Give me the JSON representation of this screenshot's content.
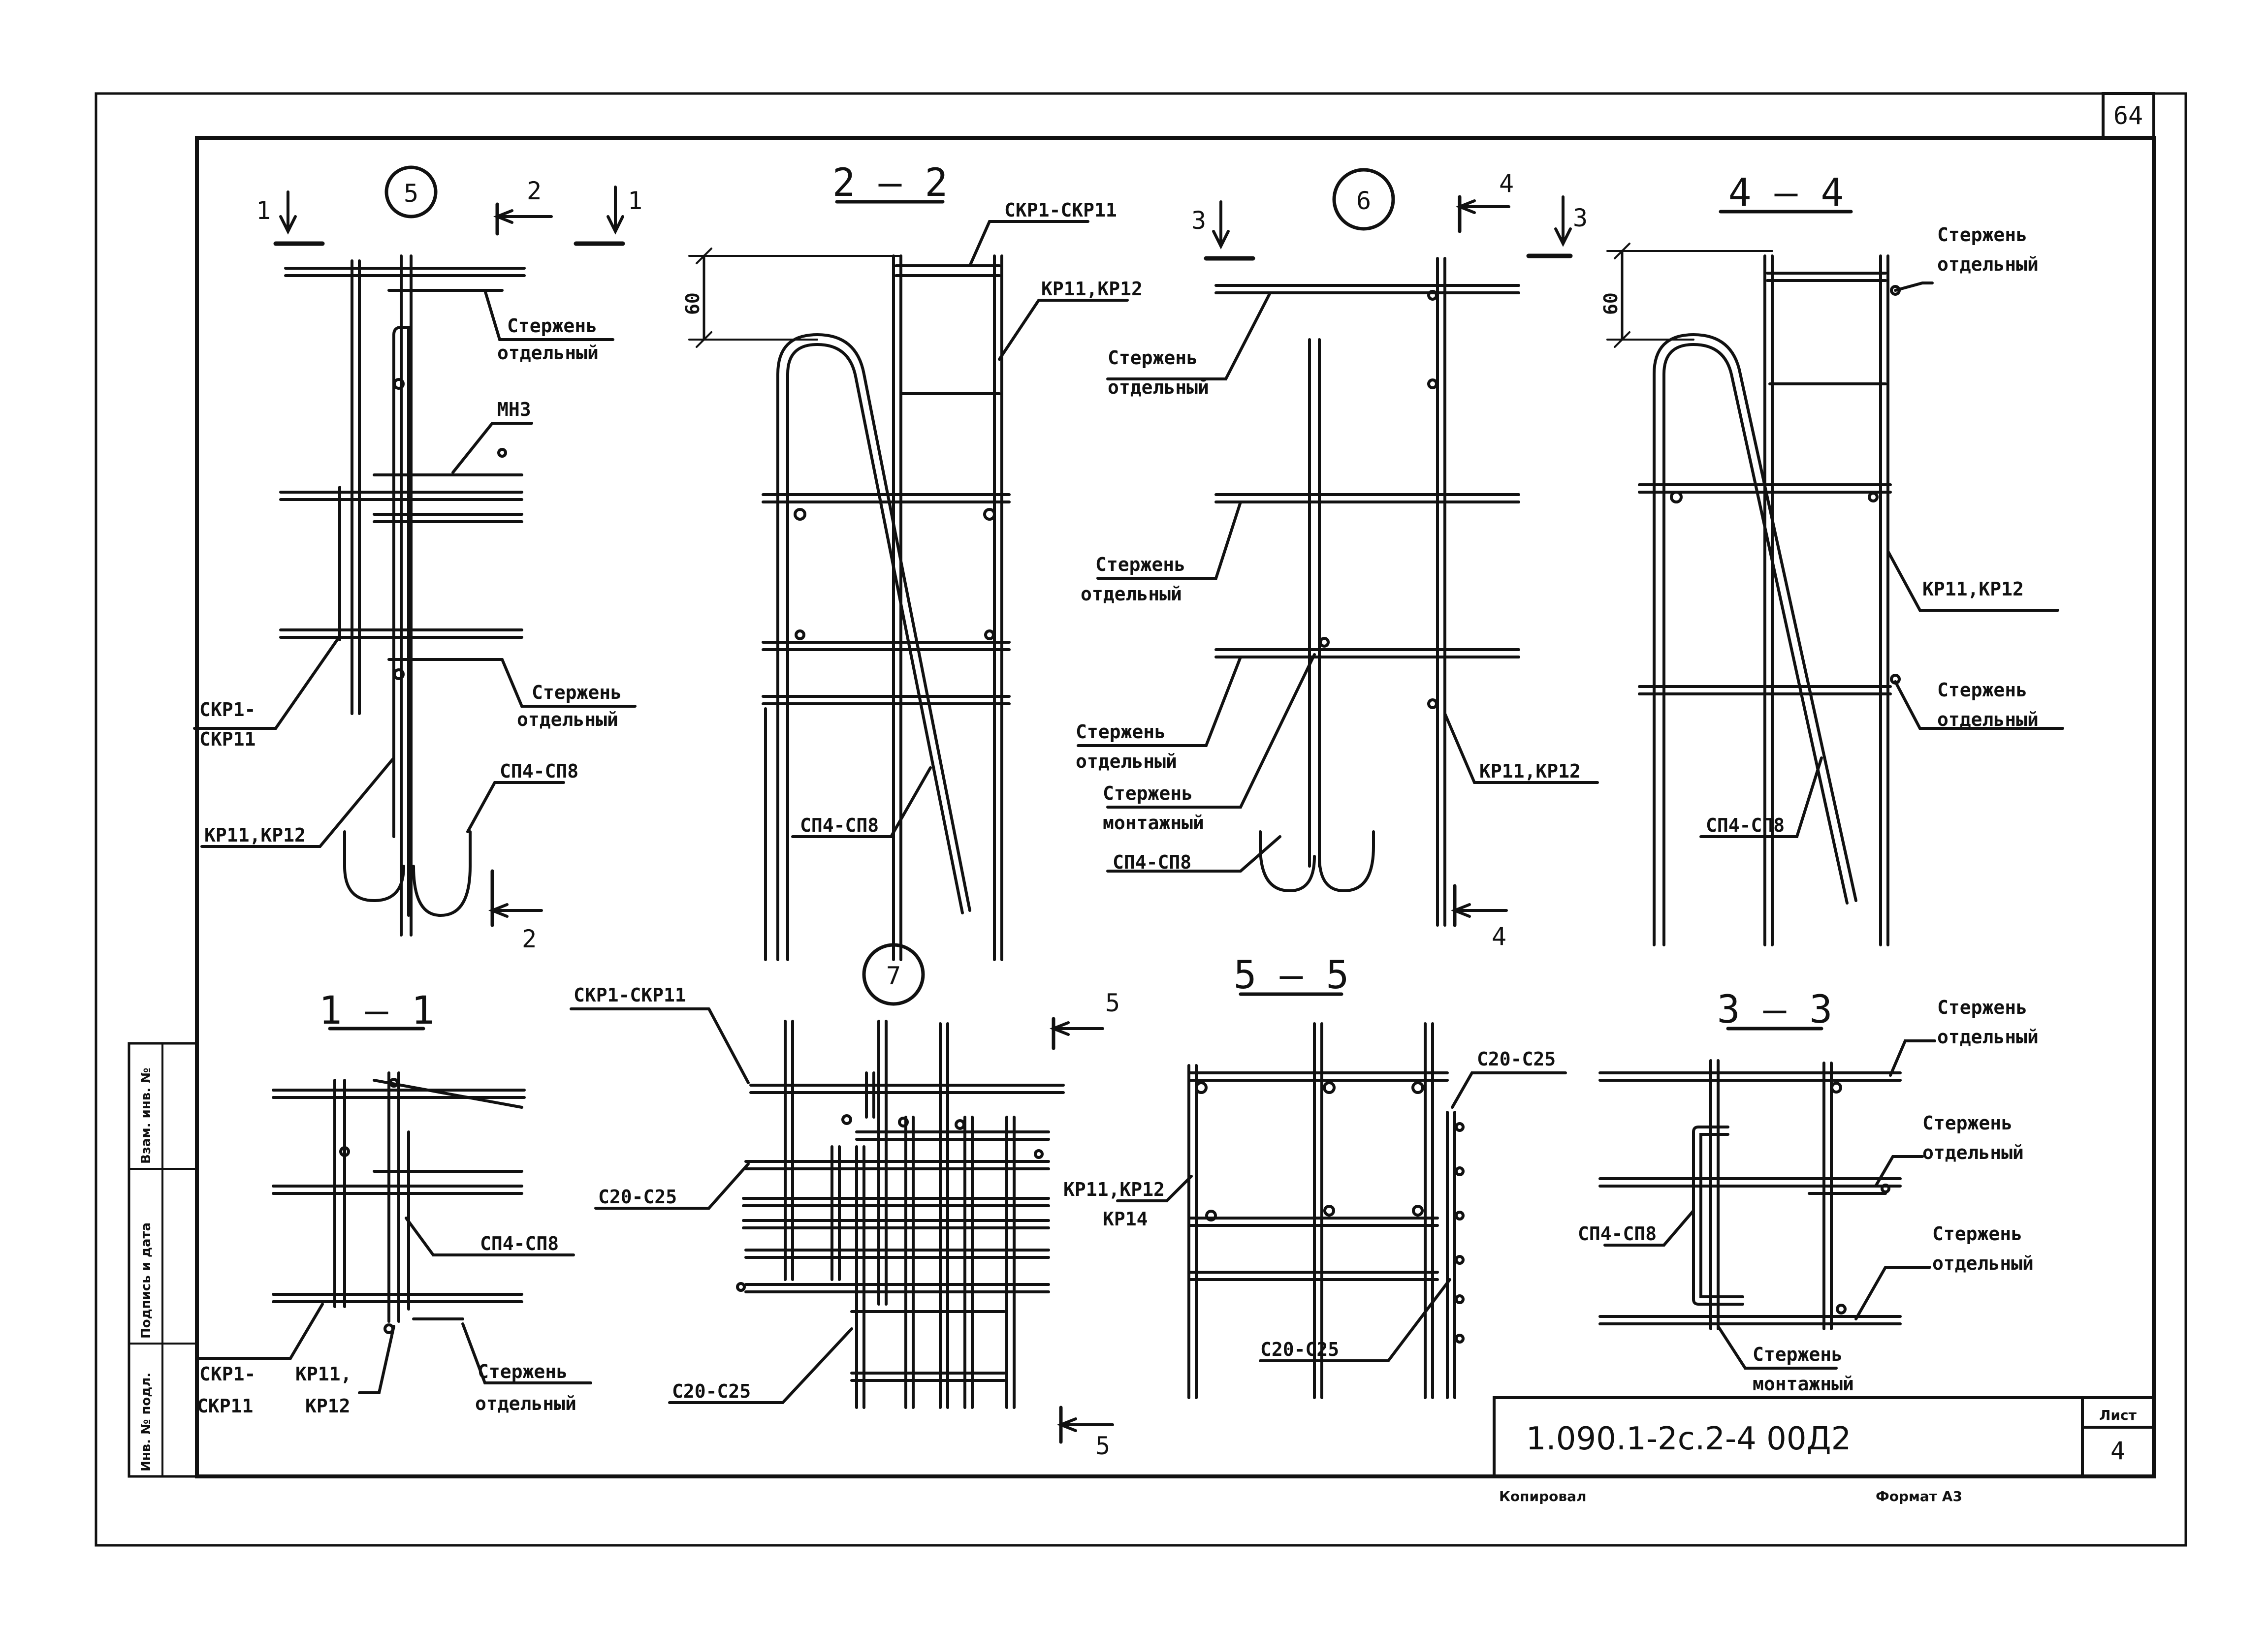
{
  "sheet": {
    "page_number": "64",
    "title_code": "1.090.1-2с.2-4  00Д2",
    "sheet_label": "Лист",
    "sheet_number": "4",
    "copied_by": "Копировал",
    "format": "Формат А3"
  },
  "side_stamp": {
    "col1": "Инв. № подл.",
    "col2": "Подпись и дата",
    "col3": "Взам. инв. №"
  },
  "views": {
    "v5": {
      "mark": "5",
      "cut_a": "1",
      "cut_b": "2",
      "cut_c": "1",
      "cut_d": "2"
    },
    "v6": {
      "mark": "6",
      "cut_a": "3",
      "cut_b": "4",
      "cut_c": "3",
      "cut_d": "4"
    },
    "v7": {
      "mark": "7",
      "cut_a": "5",
      "cut_b": "5"
    },
    "s22": {
      "title": "2 – 2"
    },
    "s44": {
      "title": "4 – 4"
    },
    "s11": {
      "title": "1 – 1"
    },
    "s55": {
      "title": "5 – 5"
    },
    "s33": {
      "title": "3 – 3"
    }
  },
  "dims": {
    "d1": "60",
    "d2": "60"
  },
  "labels": {
    "rod_sep": "Стержень",
    "rod_sep2": "отдельный",
    "rod_mount2": "монтажный",
    "mn3": "МН3",
    "skr": "СКР1-",
    "skr2": "СКР11",
    "skr_full": "СКР1-СКР11",
    "kr": "КР11,КР12",
    "kr_b": "КР11,КР12",
    "kr14": "КР14",
    "sp": "СП4-СП8",
    "c20": "С20-С25",
    "skr_b1": "СКР1-",
    "skr_b2": "СКР11",
    "kr_c1": "КР11,",
    "kr_c2": "КР12"
  }
}
